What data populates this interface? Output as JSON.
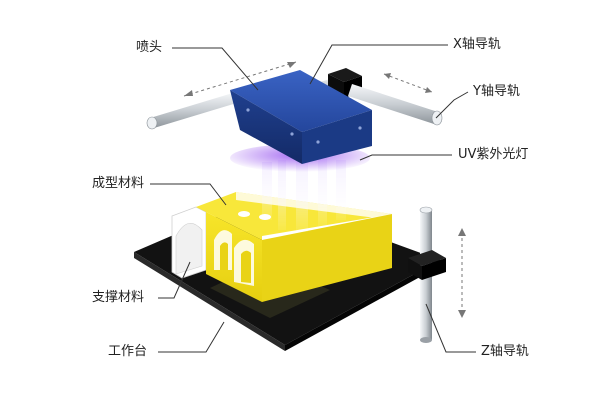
{
  "labels": {
    "nozzle": "喷头",
    "x_rail": "X轴导轨",
    "y_rail": "Y轴导轨",
    "uv_lamp": "UV紫外光灯",
    "build_material": "成型材料",
    "support_material": "支撑材料",
    "platform": "工作台",
    "z_rail": "Z轴导轨"
  },
  "colors": {
    "print_head": "#1f3f8f",
    "build_material": "#f5e21c",
    "support_material": "#ffffff",
    "platform": "#111111",
    "rail": "#d8dde2",
    "uv_glow": "#8a4fd8",
    "leader_line": "#333333"
  }
}
